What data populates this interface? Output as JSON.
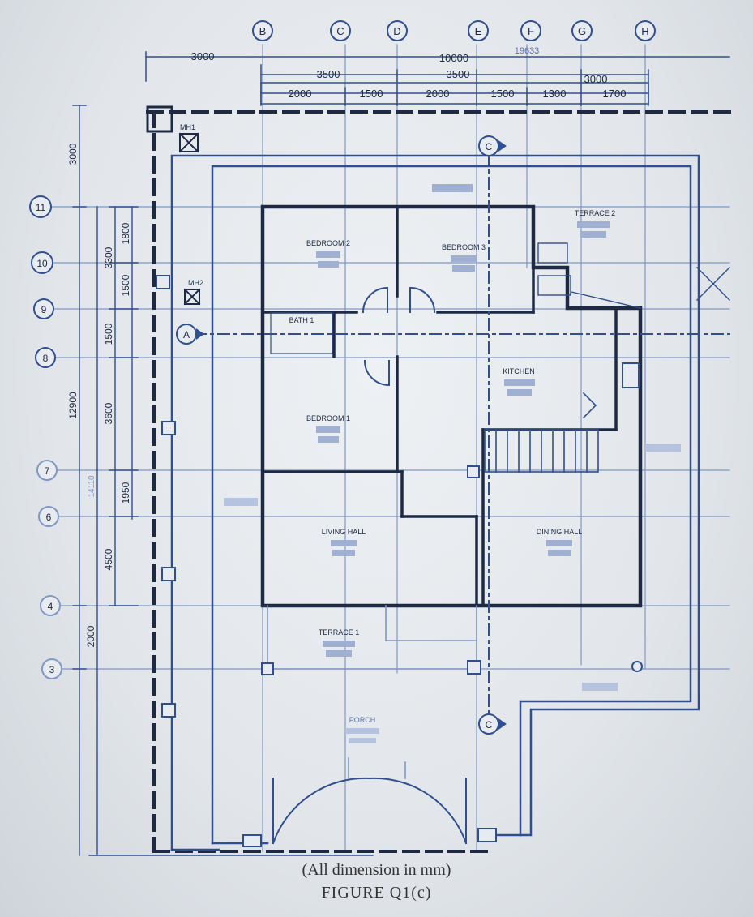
{
  "colors": {
    "line": "#2f4f8f",
    "dark": "#1e2a44",
    "faint": "#7f98c6"
  },
  "grid_top": [
    "B",
    "C",
    "D",
    "E",
    "F",
    "G",
    "H"
  ],
  "grid_left": [
    "11",
    "10",
    "9",
    "8",
    "7",
    "6",
    "4",
    "3"
  ],
  "dims_top": {
    "overall": "3000",
    "total_right": "10000",
    "total_far": "19633",
    "row2": [
      "3500",
      "3500",
      "3000"
    ],
    "row3": [
      "2000",
      "1500",
      "2000",
      "1500",
      "1300",
      "1700"
    ]
  },
  "dims_left": {
    "outer": [
      "3000",
      "12900",
      "2000"
    ],
    "inner": [
      "1800",
      "3300",
      "1500",
      "1500",
      "3600",
      "1950",
      "4500"
    ],
    "side_note": "14110"
  },
  "section_marks": [
    "A",
    "C",
    "C"
  ],
  "manhole": [
    "MH1",
    "MH2"
  ],
  "rooms": {
    "bedroom2": "BEDROOM 2",
    "bedroom3": "BEDROOM 3",
    "bedroom1": "BEDROOM 1",
    "kitchen": "KITCHEN",
    "living": "LIVING HALL",
    "dining": "DINING HALL",
    "terrace1": "TERRACE 1",
    "terrace2": "TERRACE 2",
    "porch": "PORCH",
    "bath": "BATH 1"
  },
  "caption": {
    "units": "(All dimension in mm)",
    "figure": "FIGURE Q1(c)"
  }
}
